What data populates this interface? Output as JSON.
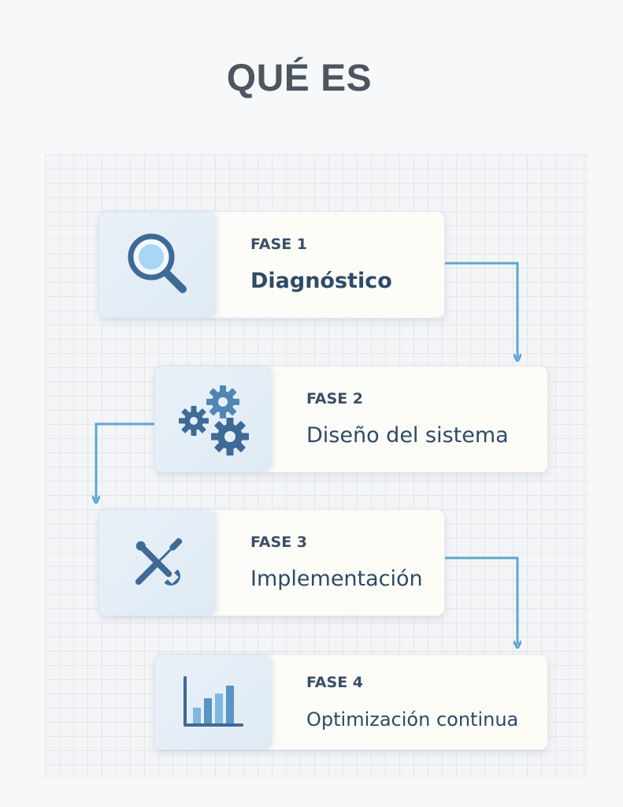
{
  "title": "QUÉ ES",
  "phases": [
    {
      "label": "FASE 1",
      "name": "Diagnóstico",
      "icon": "magnifier-icon"
    },
    {
      "label": "FASE 2",
      "name": "Diseño del sistema",
      "icon": "gears-icon"
    },
    {
      "label": "FASE 3",
      "name": "Implementación",
      "icon": "tools-icon"
    },
    {
      "label": "FASE 4",
      "name": "Optimización continua",
      "icon": "bar-chart-icon"
    }
  ],
  "colors": {
    "title": "#4d5660",
    "text": "#2f4a66",
    "icon": "#3f6a95",
    "accent": "#6aaed6",
    "arrow": "#5da6cf"
  }
}
